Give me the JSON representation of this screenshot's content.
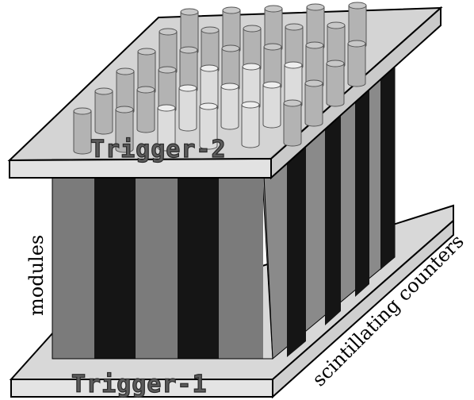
{
  "labels": {
    "trigger_top": "Trigger-2",
    "trigger_bottom": "Trigger-1",
    "modules": "modules",
    "scintillating_counters": "scintillating counters"
  },
  "colors": {
    "plate_face": "#d4d4d4",
    "plate_top": "#bdbdbd",
    "plate_edge": "#e6e6e6",
    "stripe_light": "#7a7a7a",
    "stripe_dark": "#141414",
    "side_light": "#8c8c8c",
    "cylinder": "#b8b8b8",
    "cylinder_highlight": "#dcdcdc",
    "outline": "#000000"
  }
}
